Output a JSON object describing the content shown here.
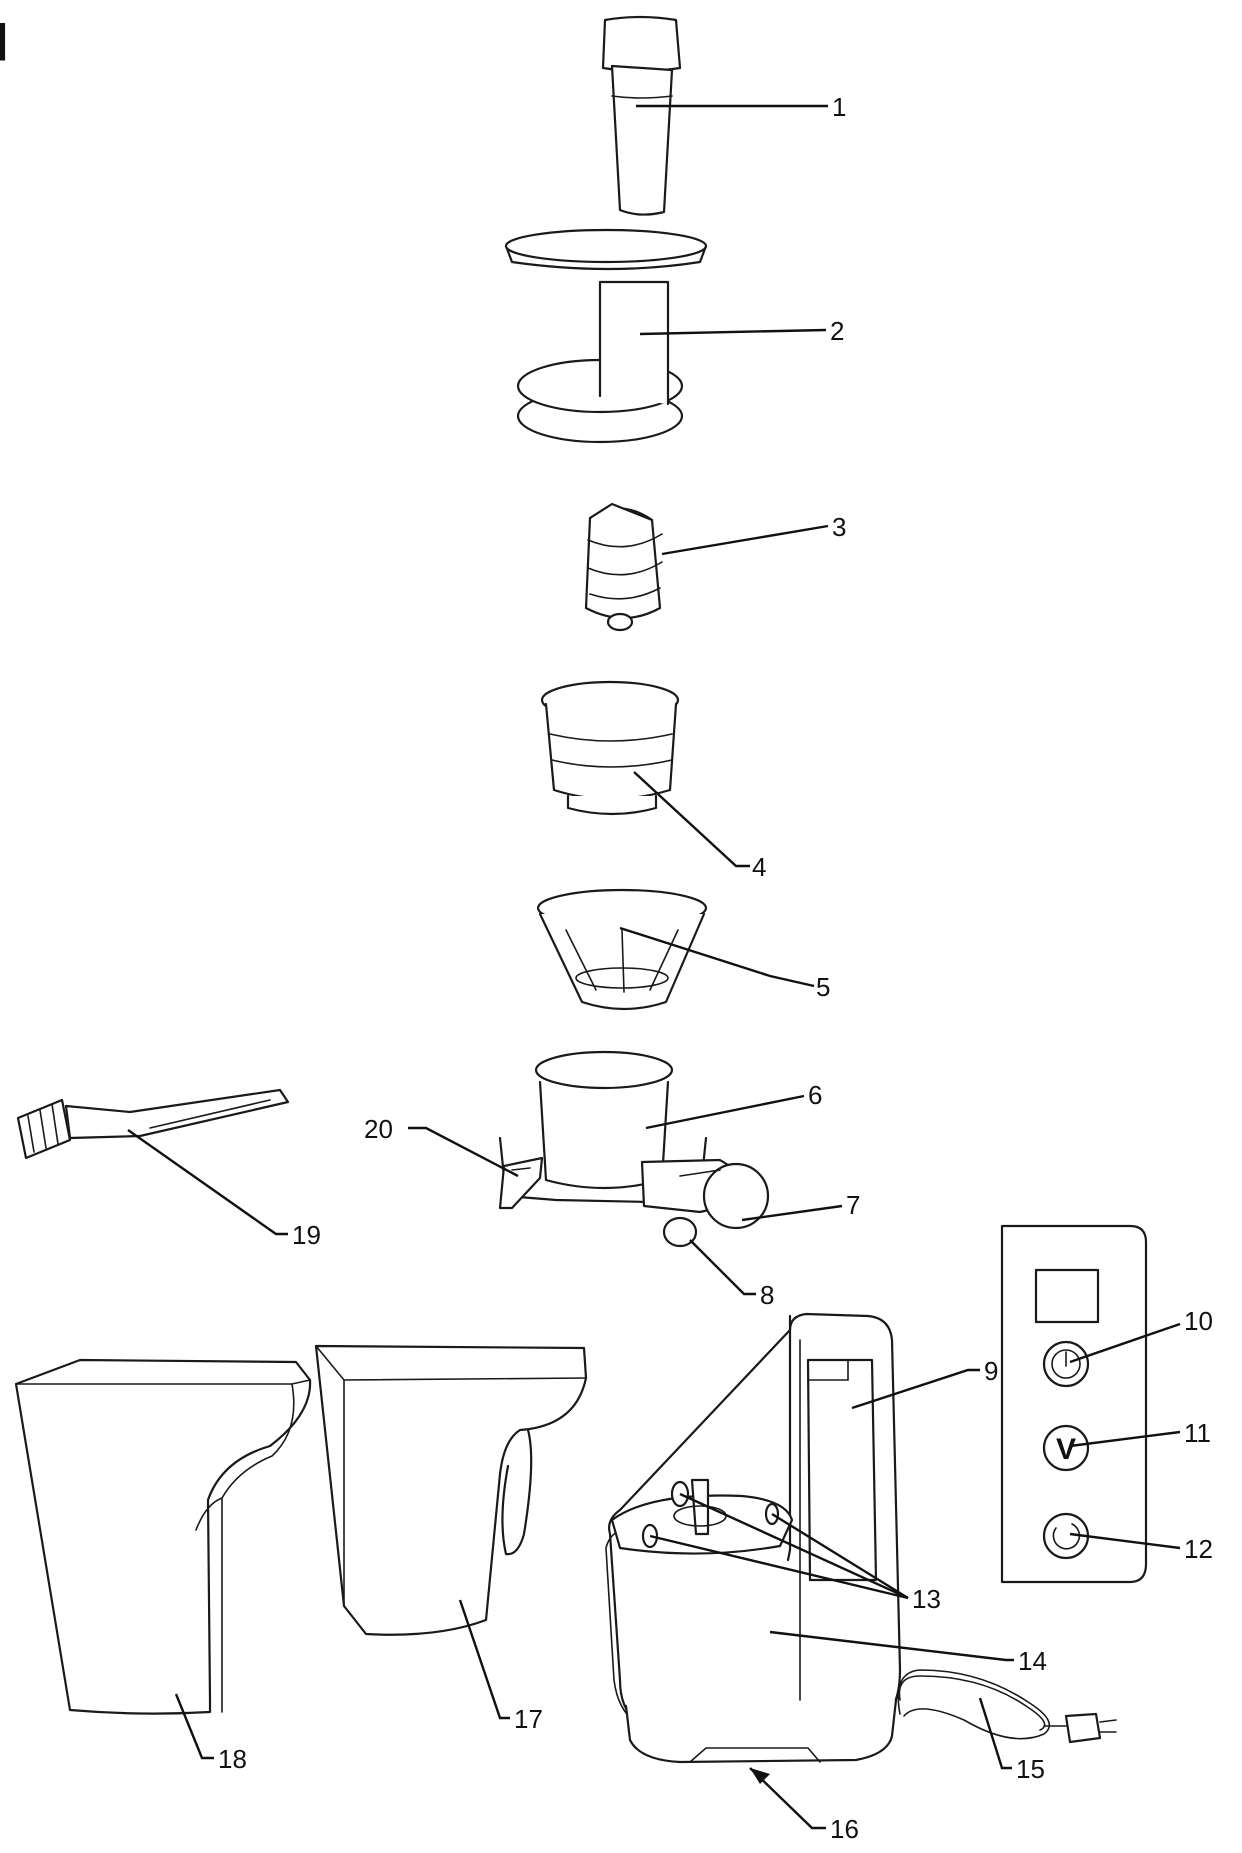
{
  "figure": {
    "corner_mark": "]",
    "labels": [
      "1",
      "2",
      "3",
      "4",
      "5",
      "6",
      "7",
      "8",
      "9",
      "10",
      "11",
      "12",
      "13",
      "14",
      "15",
      "16",
      "17",
      "18",
      "19",
      "20"
    ],
    "button_11_glyph": "V"
  }
}
